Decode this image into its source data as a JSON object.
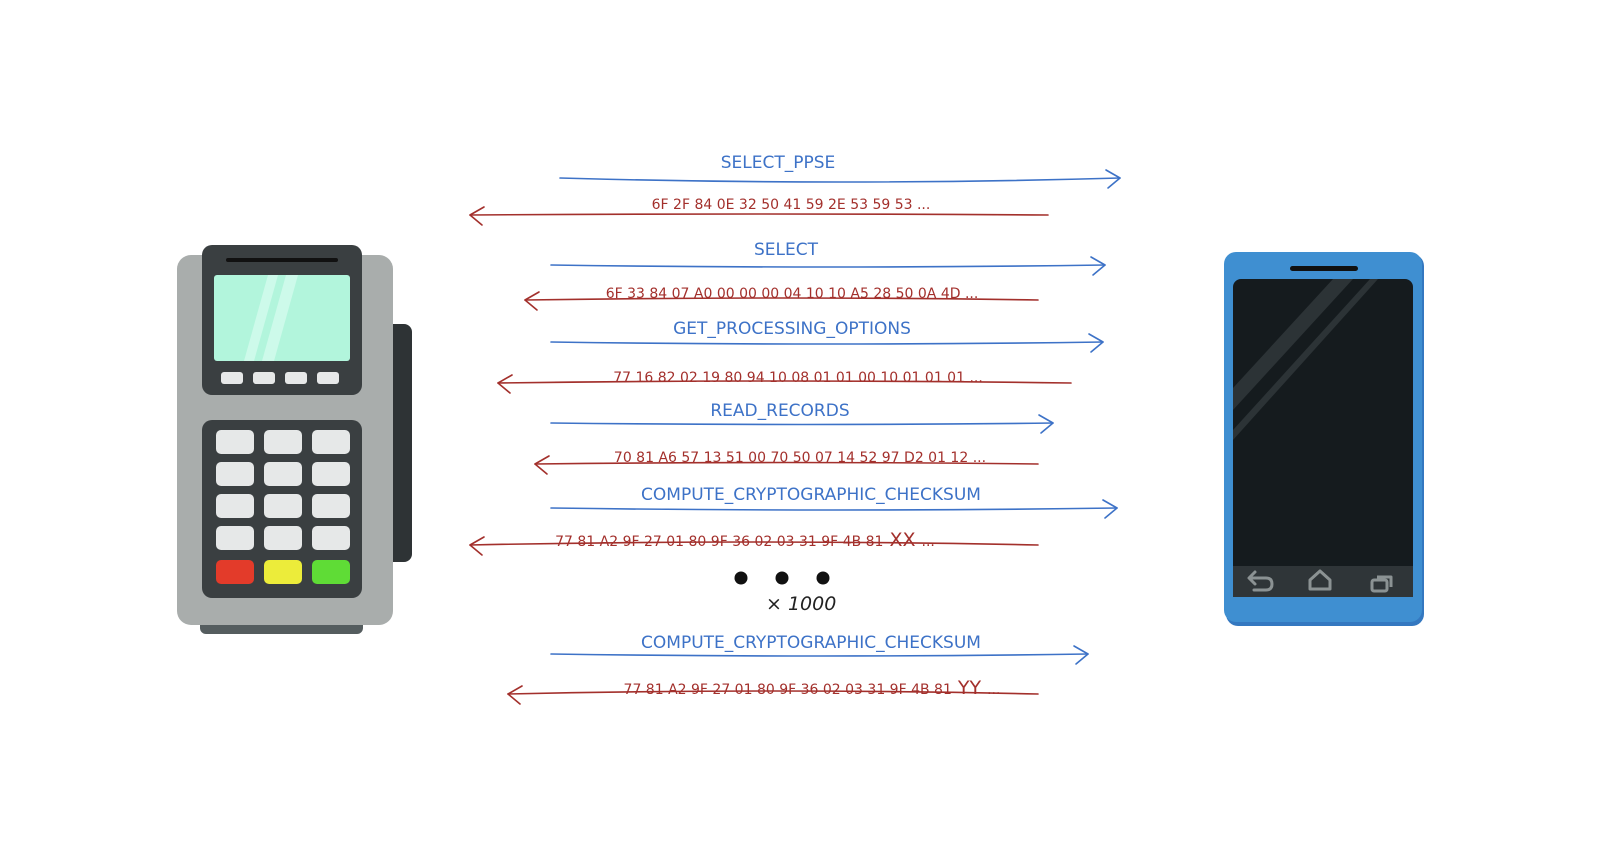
{
  "colors": {
    "command": "#3d72c7",
    "response": "#a3302c",
    "terminal_body": "#a9adac",
    "terminal_dark": "#3a3f41",
    "terminal_screen": "#b2f5dc",
    "phone_body": "#3f8fd1",
    "phone_screen": "#151b1e"
  },
  "terminal": {
    "icons": [
      "payment-terminal-icon"
    ],
    "keypad_colors": [
      "#e33b2a",
      "#ecec3a",
      "#5fdc36"
    ]
  },
  "phone": {
    "nav_icons": [
      "back-icon",
      "home-icon",
      "recent-apps-icon"
    ]
  },
  "messages": [
    {
      "kind": "command",
      "label": "SELECT_PPSE"
    },
    {
      "kind": "response",
      "label": "6F 2F 84 0E 32 50 41 59 2E 53 59 53 ..."
    },
    {
      "kind": "command",
      "label": "SELECT"
    },
    {
      "kind": "response",
      "label": "6F 33 84 07 A0 00 00 00 04 10 10 A5 28 50 0A 4D ..."
    },
    {
      "kind": "command",
      "label": "GET_PROCESSING_OPTIONS"
    },
    {
      "kind": "response",
      "label": "77 16 82 02 19 80 94 10 08 01 01 00 10 01 01 01 ..."
    },
    {
      "kind": "command",
      "label": "READ_RECORDS"
    },
    {
      "kind": "response",
      "label": "70 81 A6 57 13 51 00 70 50 07 14 52 97 D2 01 12 ..."
    },
    {
      "kind": "command",
      "label": "COMPUTE_CRYPTOGRAPHIC_CHECKSUM"
    },
    {
      "kind": "response",
      "label": "77 81 A2 9F 27 01 80 9F 36 02 03 31 9F 4B 81",
      "suffix": "XX",
      "tail": "..."
    }
  ],
  "repeat": {
    "dots": "• • •",
    "label": "× 1000"
  },
  "final_messages": [
    {
      "kind": "command",
      "label": "COMPUTE_CRYPTOGRAPHIC_CHECKSUM"
    },
    {
      "kind": "response",
      "label": "77 81 A2 9F 27 01 80 9F 36 02 03 31 9F 4B 81",
      "suffix": "YY",
      "tail": "..."
    }
  ]
}
